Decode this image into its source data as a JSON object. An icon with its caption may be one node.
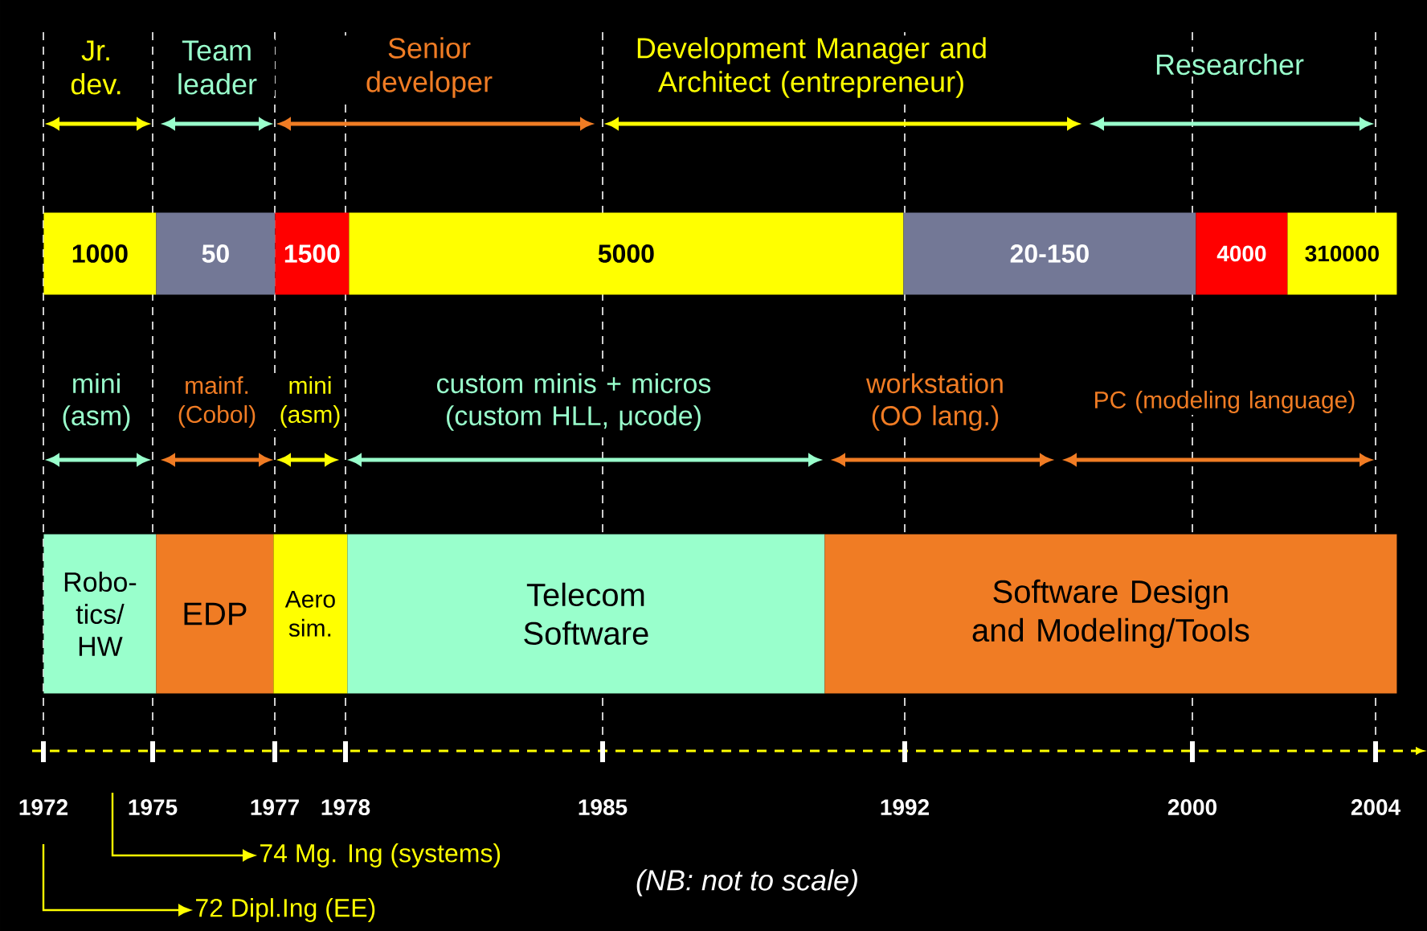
{
  "diagram": {
    "caption": "(NB: not to scale)",
    "nodes": [
      {
        "text": [
          "1000"
        ]
      },
      {
        "text": [
          "50"
        ]
      },
      {
        "text": [
          "1500"
        ]
      },
      {
        "text": [
          "5000"
        ]
      },
      {
        "text": [
          "20-150"
        ]
      },
      {
        "text": [
          "4000"
        ]
      },
      {
        "text": [
          "310000"
        ]
      },
      {
        "text": [
          "Robo- tics/ HW"
        ]
      },
      {
        "text": [
          "EDP"
        ]
      },
      {
        "text": [
          "Aero sim."
        ]
      },
      {
        "text": [
          "Telecom Software"
        ]
      },
      {
        "text": [
          "Software Design and Modeling/Tools"
        ]
      },
      {
        "text": [
          "74 Mg. Ing (systems)"
        ]
      },
      {
        "text": [
          "72 Dipl.Ing (EE)"
        ]
      }
    ],
    "edges": [
      {
        "from": null,
        "to": 12,
        "arrow": "to"
      },
      {
        "from": null,
        "to": 13,
        "arrow": "to"
      }
    ],
    "labels": [
      "Jr. dev.",
      "Team leader",
      "Senior developer",
      "Development Manager and Architect (entrepreneur)",
      "Researcher",
      "mini (asm)",
      "mainf. (Cobol)",
      "mini (asm)",
      "custom minis + micros (custom HLL, μcode)",
      "workstation (OO lang.)",
      "PC (modeling language)",
      "1972",
      "1975",
      "1977",
      "1978",
      "1985",
      "1992",
      "2000",
      "2004"
    ]
  }
}
